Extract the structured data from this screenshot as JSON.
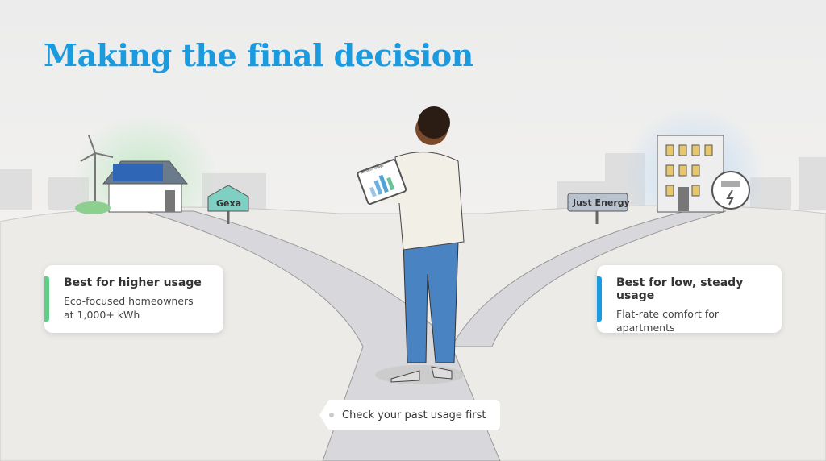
{
  "title": "Making the final decision",
  "left_option": {
    "sign": "Gexa",
    "heading": "Best for higher usage",
    "line1": "Eco-focused homeowners",
    "line2": "at 1,000+ kWh",
    "accent": "#5fcf86"
  },
  "right_option": {
    "sign": "Just Energy",
    "heading": "Best for low, steady usage",
    "line1": "Flat-rate comfort for",
    "line2": "apartments",
    "accent": "#1a9be0"
  },
  "tablet_label": "Monthly usage",
  "tip": "Check your past usage first",
  "colors": {
    "title": "#1a9be0",
    "road": "#d6d6da",
    "ground": "#eceae6"
  }
}
